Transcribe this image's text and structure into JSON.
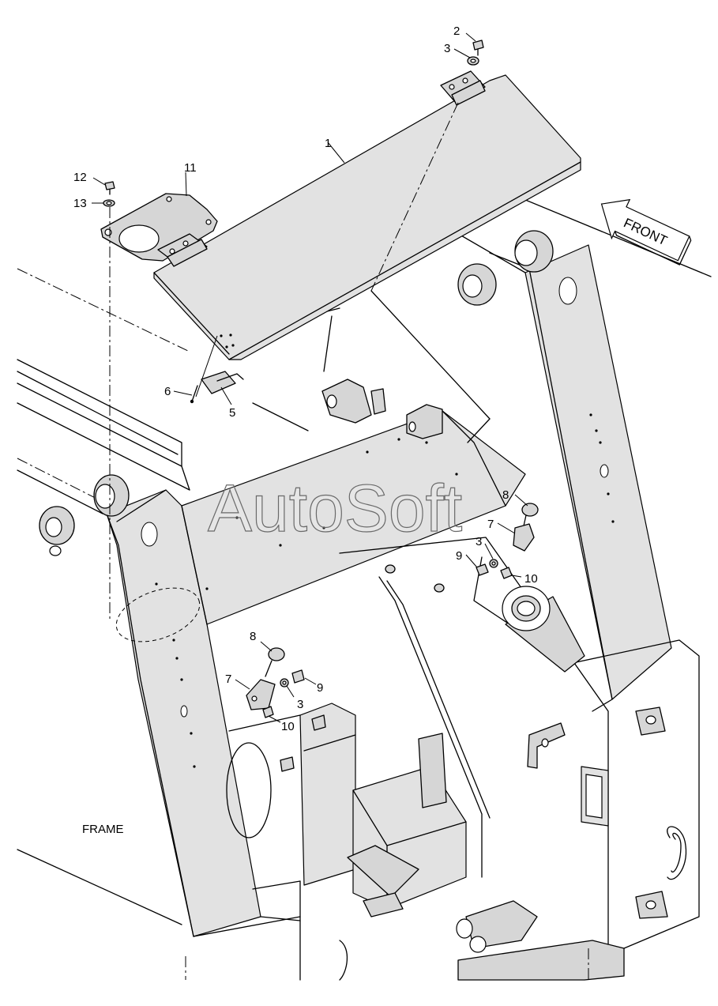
{
  "front_label": "FRONT",
  "frame_label": "FRAME",
  "watermark": "AutoSoft",
  "callouts": [
    {
      "id": "c1",
      "text": "1"
    },
    {
      "id": "c2",
      "text": "2"
    },
    {
      "id": "c3a",
      "text": "3"
    },
    {
      "id": "c3b",
      "text": "3"
    },
    {
      "id": "c3c",
      "text": "3"
    },
    {
      "id": "c5",
      "text": "5"
    },
    {
      "id": "c6",
      "text": "6"
    },
    {
      "id": "c7a",
      "text": "7"
    },
    {
      "id": "c7b",
      "text": "7"
    },
    {
      "id": "c8a",
      "text": "8"
    },
    {
      "id": "c8b",
      "text": "8"
    },
    {
      "id": "c9a",
      "text": "9"
    },
    {
      "id": "c9b",
      "text": "9"
    },
    {
      "id": "c10a",
      "text": "10"
    },
    {
      "id": "c10b",
      "text": "10"
    },
    {
      "id": "c11",
      "text": "11"
    },
    {
      "id": "c12",
      "text": "12"
    },
    {
      "id": "c13",
      "text": "13"
    }
  ]
}
